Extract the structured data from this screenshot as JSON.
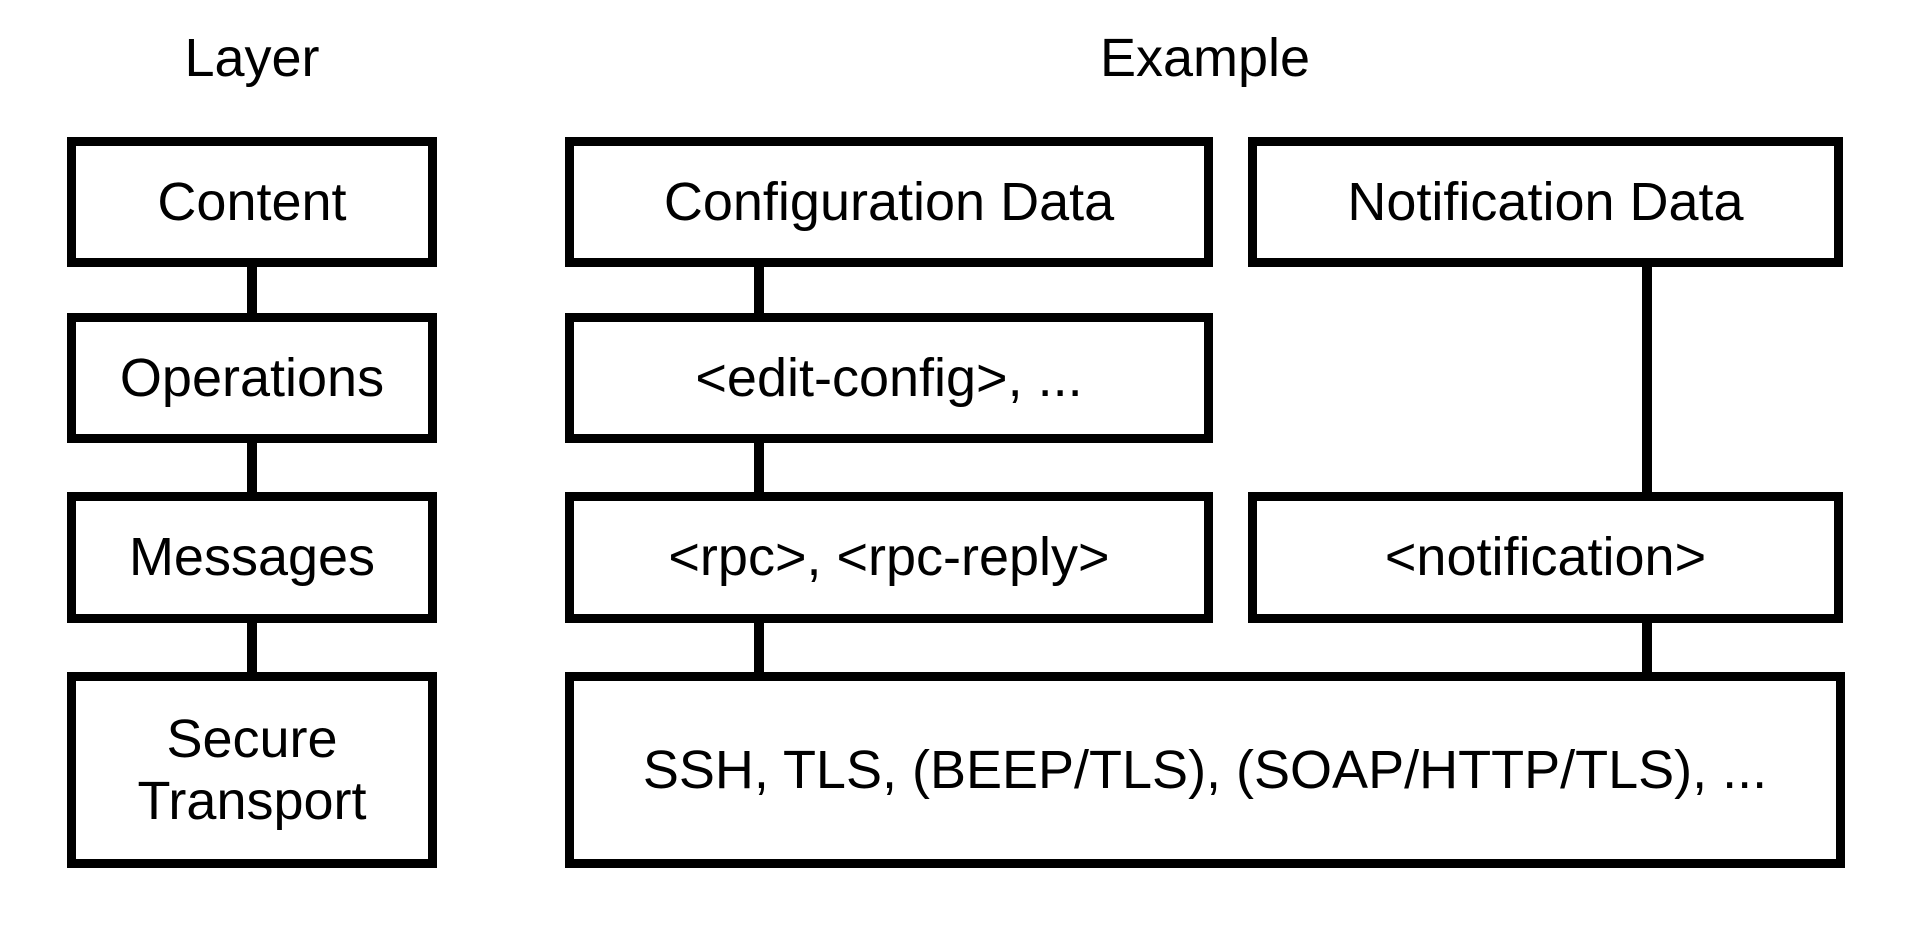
{
  "headers": {
    "layer": "Layer",
    "example": "Example"
  },
  "boxes": {
    "content": {
      "label": "Content"
    },
    "operations": {
      "label": "Operations"
    },
    "messages": {
      "label": "Messages"
    },
    "secure_transport": {
      "label": "Secure Transport"
    },
    "configuration_data": {
      "label": "Configuration Data"
    },
    "edit_config": {
      "label": "<edit-config>, ..."
    },
    "rpc": {
      "label": "<rpc>, <rpc-reply>"
    },
    "notification_data": {
      "label": "Notification Data"
    },
    "notification": {
      "label": "<notification>"
    },
    "transports": {
      "label": "SSH, TLS, (BEEP/TLS), (SOAP/HTTP/TLS), ..."
    }
  },
  "colors": {
    "line": "#000000",
    "text": "#000000",
    "background": "#ffffff"
  }
}
